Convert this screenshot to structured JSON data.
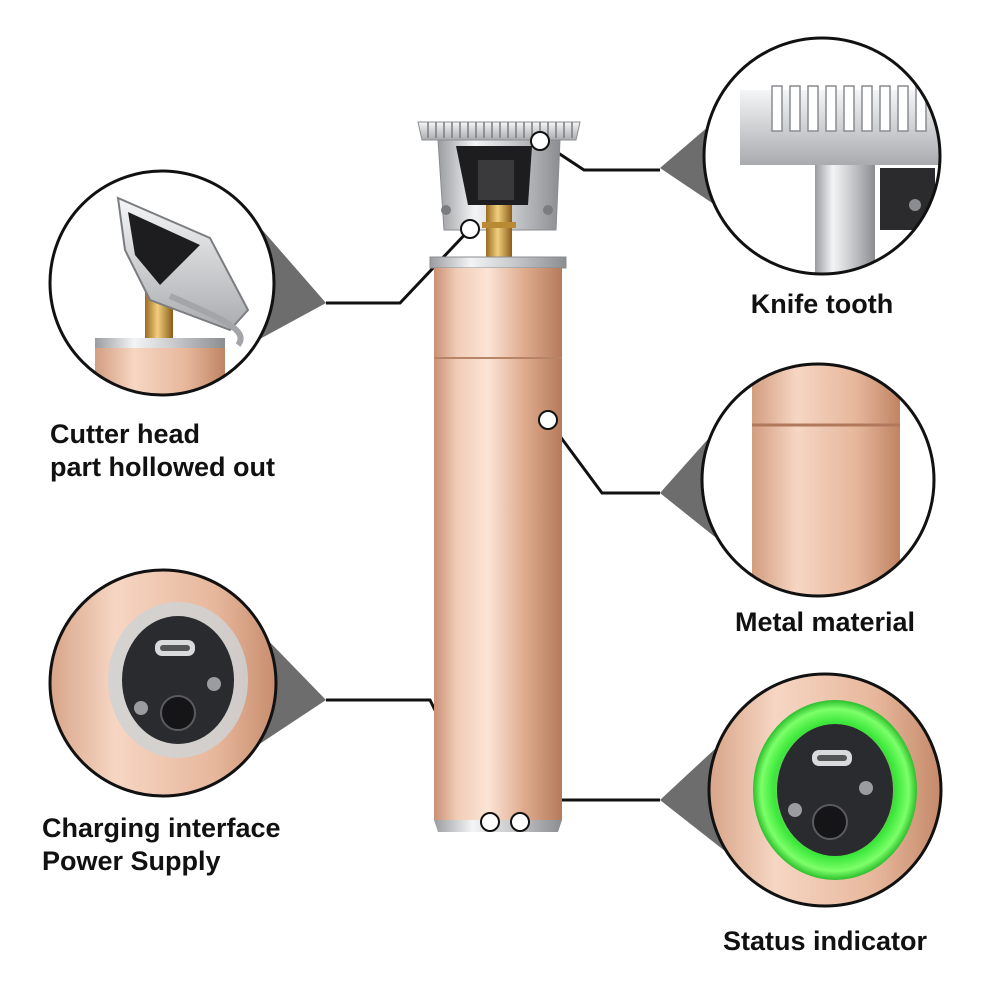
{
  "callouts": {
    "cutter_head": {
      "line1": "Cutter head",
      "line2": "part hollowed out"
    },
    "knife_tooth": {
      "label": "Knife tooth"
    },
    "metal_material": {
      "label": "Metal material"
    },
    "charging_interface": {
      "line1": "Charging interface",
      "line2": "Power Supply"
    },
    "status_indicator": {
      "label": "Status indicator"
    }
  },
  "colors": {
    "rose_gold": "#e8bfa6",
    "rose_gold_dark": "#b97f5e",
    "silver": "#d9dadc",
    "indicator_green": "#39e03a",
    "leader_line": "#111111",
    "bubble_border": "#111111",
    "pointer_gray": "#6d6d6d"
  },
  "icons": [
    "usb-c-port-icon",
    "power-button-icon",
    "screw-icon"
  ]
}
